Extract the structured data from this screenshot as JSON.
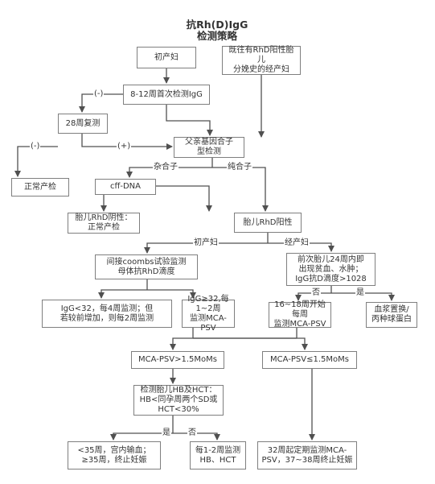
{
  "title": [
    "抗Rh(D)IgG",
    "检测策略"
  ],
  "nodes": {
    "primipara": [
      "初产妇"
    ],
    "history": [
      "既往有RhD阳性胎儿",
      "分娩史的经产妇"
    ],
    "first_test": [
      "8-12周首次检测IgG"
    ],
    "retest28": [
      "28周复测"
    ],
    "normal_prenatal": [
      "正常产检"
    ],
    "paternal_gene": [
      "父亲基因合子",
      "型检测"
    ],
    "cffdna": [
      "cff-DNA"
    ],
    "fetal_neg": [
      "胎儿RhD阴性：",
      "正常产检"
    ],
    "fetal_pos": [
      "胎儿RhD阳性"
    ],
    "indirect_coombs": [
      "间接coombs试验监测",
      "母体抗RhD滴度"
    ],
    "prev_fetus": [
      "前次胎儿24周内即",
      "出现贫血、水肿；",
      "IgG抗D滴度>1028"
    ],
    "igg_low": [
      "IgG<32，每4周监测；但",
      "若较前增加，则每2周监测"
    ],
    "igg_high": [
      "IgG≥32,每1~2周",
      "监测MCA-PSV"
    ],
    "weekly_1618": [
      "16~18周开始每周",
      "监测MCA-PSV"
    ],
    "plasma": [
      "血浆置换/",
      "丙种球蛋白"
    ],
    "mca_high": [
      "MCA-PSV>1.5MoMs"
    ],
    "mca_low": [
      "MCA-PSV≤1.5MoMs"
    ],
    "hb_hct": [
      "检测胎儿HB及HCT：",
      "HB<同孕周两个SD或",
      "HCT<30%"
    ],
    "lt35": [
      "<35周，宫内输血；",
      "≥35周，终止妊娠"
    ],
    "monitor12": [
      "每1-2周监测",
      "HB、HCT"
    ],
    "week32": [
      "32周起定期监测MCA-",
      "PSV，37~38周终止妊娠"
    ]
  },
  "labels": {
    "neg1": "(-)",
    "neg2": "(-)",
    "pos": "(+)",
    "heterozygous": "杂合子",
    "homozygous": "纯合子",
    "primi": "初产妇",
    "multi": "经产妇",
    "no1": "否",
    "yes1": "是",
    "yes2": "是",
    "no2": "否"
  },
  "colors": {
    "line": "#505050",
    "border": "#7f7f7f",
    "text": "#333333"
  }
}
